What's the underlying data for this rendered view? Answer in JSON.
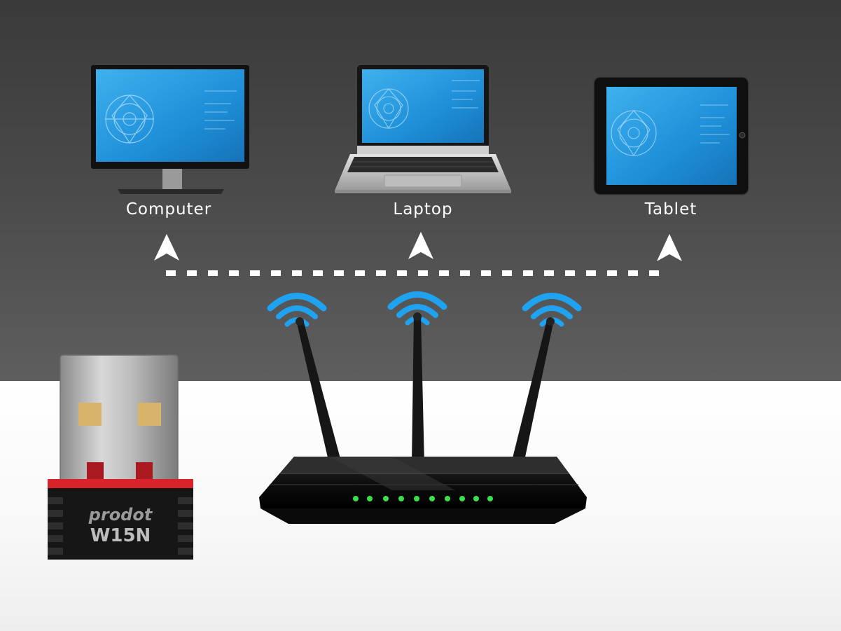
{
  "devices": [
    {
      "label": "Computer",
      "icon": "desktop-monitor-icon"
    },
    {
      "label": "Laptop",
      "icon": "laptop-icon"
    },
    {
      "label": "Tablet",
      "icon": "tablet-icon"
    }
  ],
  "adapter": {
    "brand": "prodot",
    "model": "W15N"
  },
  "colors": {
    "background_dark": "#3a3a3a",
    "floor": "#ffffff",
    "wifi_signal": "#1fa3f0",
    "screen_blue": "#1e8fd8",
    "router_led": "#39e04a",
    "adapter_accent": "#d8232a"
  }
}
